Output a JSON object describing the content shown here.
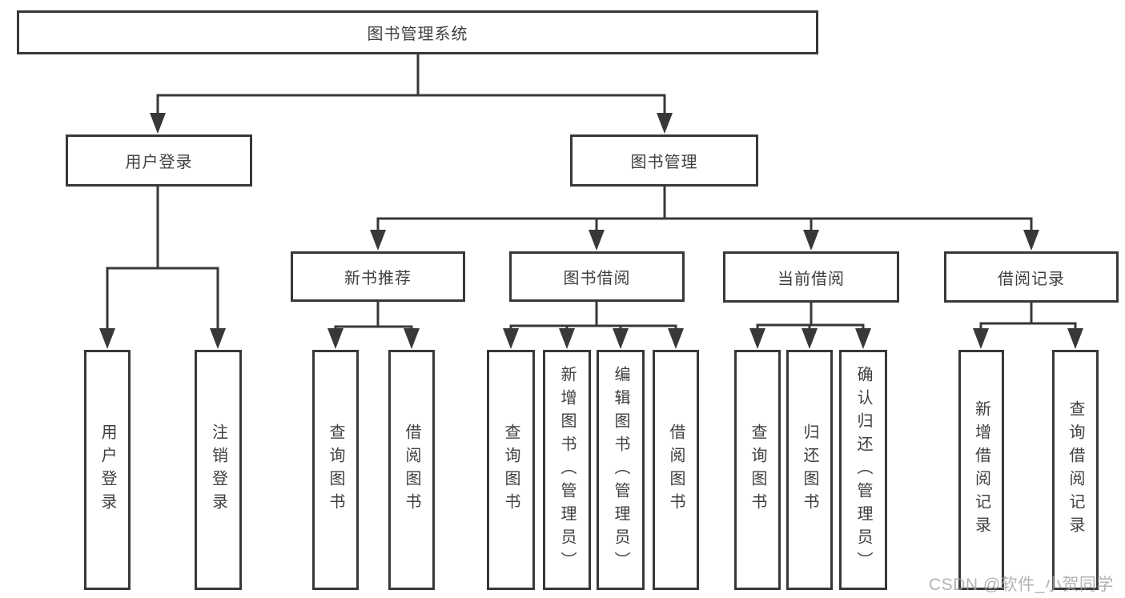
{
  "diagram": {
    "type": "hierarchy",
    "root": {
      "label": "图书管理系统"
    },
    "level2": [
      {
        "label": "用户登录",
        "parent": "图书管理系统"
      },
      {
        "label": "图书管理",
        "parent": "图书管理系统"
      }
    ],
    "level3": [
      {
        "label": "新书推荐",
        "parent": "图书管理"
      },
      {
        "label": "图书借阅",
        "parent": "图书管理"
      },
      {
        "label": "当前借阅",
        "parent": "图书管理"
      },
      {
        "label": "借阅记录",
        "parent": "图书管理"
      }
    ],
    "leaves": [
      {
        "label": "用户登录",
        "parent": "用户登录"
      },
      {
        "label": "注销登录",
        "parent": "用户登录"
      },
      {
        "label": "查询图书",
        "parent": "新书推荐"
      },
      {
        "label": "借阅图书",
        "parent": "新书推荐"
      },
      {
        "label": "查询图书",
        "parent": "图书借阅"
      },
      {
        "label": "新增图书（管理员）",
        "parent": "图书借阅"
      },
      {
        "label": "编辑图书（管理员）",
        "parent": "图书借阅"
      },
      {
        "label": "借阅图书",
        "parent": "图书借阅"
      },
      {
        "label": "查询图书",
        "parent": "当前借阅"
      },
      {
        "label": "归还图书",
        "parent": "当前借阅"
      },
      {
        "label": "确认归还（管理员）",
        "parent": "当前借阅"
      },
      {
        "label": "新增借阅记录",
        "parent": "借阅记录"
      },
      {
        "label": "查询借阅记录",
        "parent": "借阅记录"
      }
    ]
  },
  "watermark": {
    "text": "CSDN @软件_小贺同学"
  },
  "colors": {
    "line": "#383838",
    "box_border": "#383838",
    "text": "#404040",
    "watermark": "#a0a0a0",
    "background": "#ffffff"
  }
}
